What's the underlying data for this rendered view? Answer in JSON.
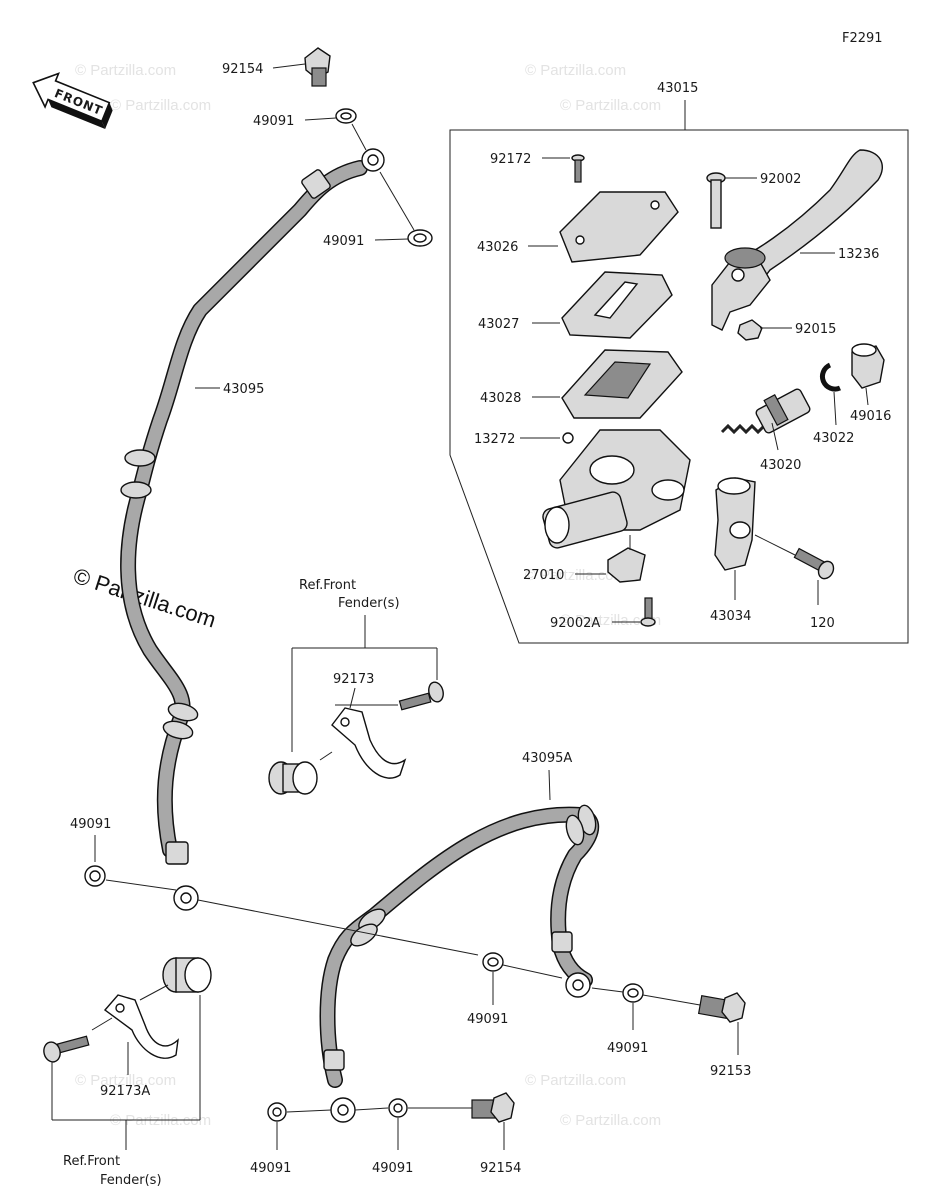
{
  "figure_code": "F2291",
  "front_label": "FRONT",
  "watermark_text": "© Partzilla.com",
  "watermark_main": "© Partzilla.com",
  "colors": {
    "line": "#222222",
    "part_fill": "#d9d9d9",
    "hose_fill": "#a8a8a8",
    "watermark": "#e3e3e3"
  },
  "ref_labels": {
    "ref1_line1": "Ref.Front",
    "ref1_line2": "Fender(s)",
    "ref2_line1": "Ref.Front",
    "ref2_line2": "Fender(s)"
  },
  "parts": {
    "p92154_top": "92154",
    "p49091_a": "49091",
    "p49091_b": "49091",
    "p43095": "43095",
    "p43015": "43015",
    "p92172": "92172",
    "p43026": "43026",
    "p43027": "43027",
    "p43028": "43028",
    "p13272": "13272",
    "p27010": "27010",
    "p92002A": "92002A",
    "p92002": "92002",
    "p13236": "13236",
    "p92015": "92015",
    "p49016": "49016",
    "p43022": "43022",
    "p43020": "43020",
    "p43034": "43034",
    "p120": "120",
    "p92173": "92173",
    "p43095A": "43095A",
    "p49091_c": "49091",
    "p49091_d": "49091",
    "p49091_e": "49091",
    "p92153": "92153",
    "p92173A": "92173A",
    "p49091_f": "49091",
    "p49091_g": "49091",
    "p92154_bottom": "92154"
  }
}
